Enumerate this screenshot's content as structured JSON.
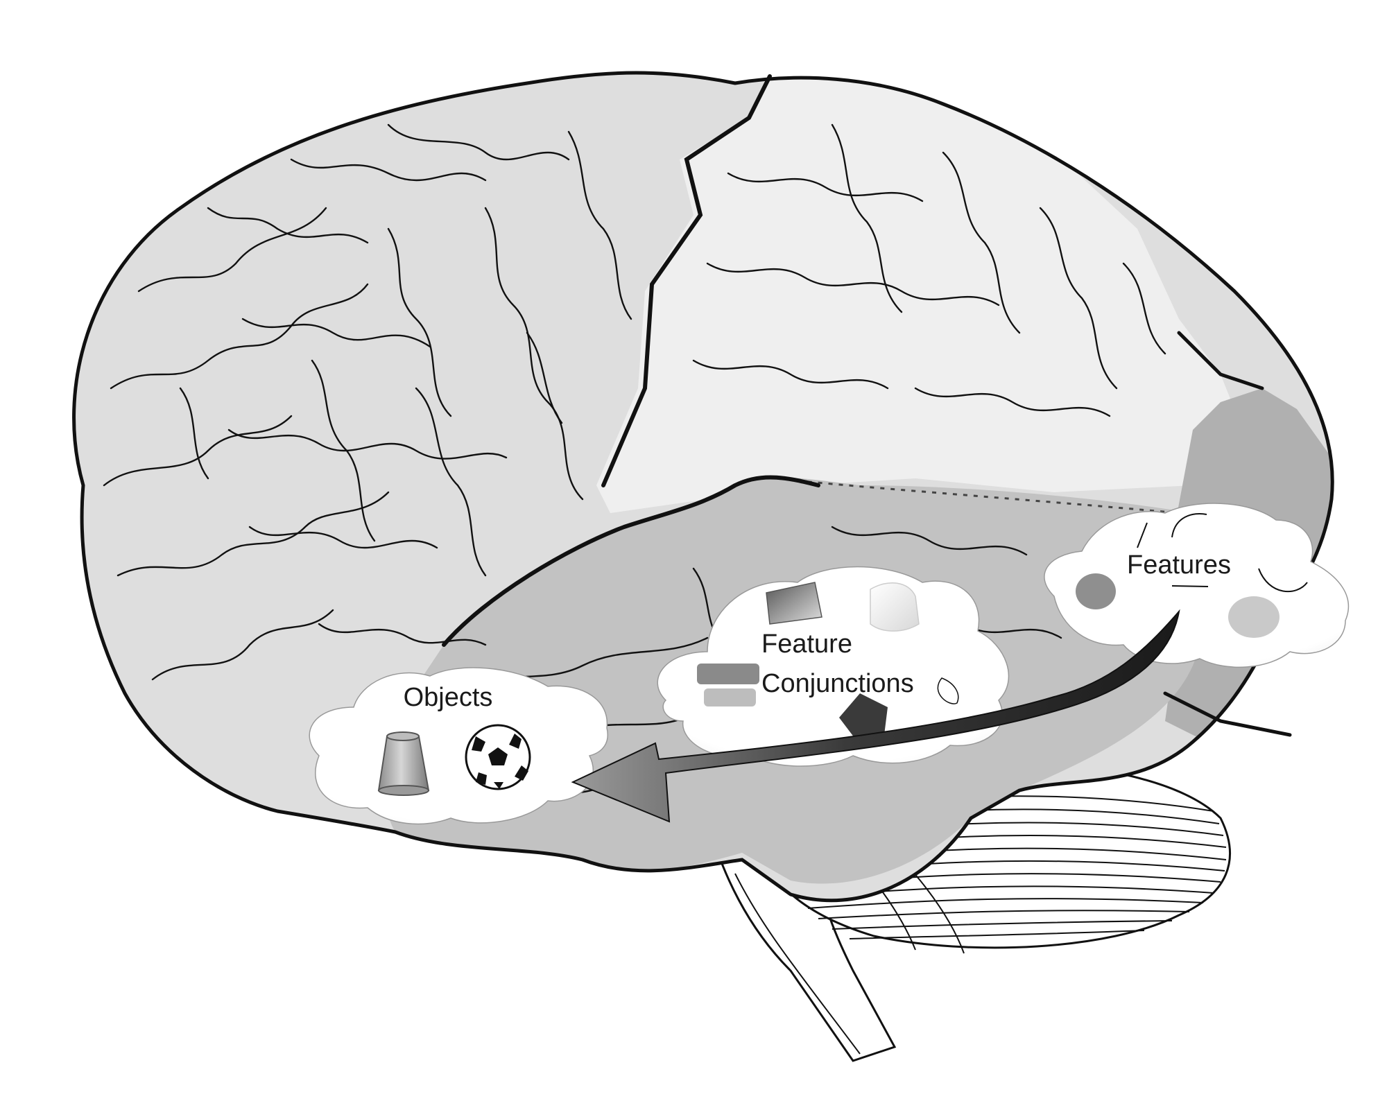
{
  "labels": {
    "objects": "Objects",
    "conjunctions_line1": "Feature",
    "conjunctions_line2": "Conjunctions",
    "features": "Features"
  },
  "colors": {
    "brain_fill": "#dedede",
    "frontal_light": "#efefef",
    "temporal_fill": "#c2c2c2",
    "occipital_fill": "#b0b0b0",
    "outline": "#111111",
    "cloud_fill": "#ffffff",
    "arrow_dark": "#222222",
    "arrow_light": "#8a8a8a"
  },
  "icons": [
    "cup-icon",
    "soccer-ball-icon",
    "bar-icon",
    "pentagon-icon",
    "circle-icon",
    "curve-icon",
    "line-icon"
  ]
}
